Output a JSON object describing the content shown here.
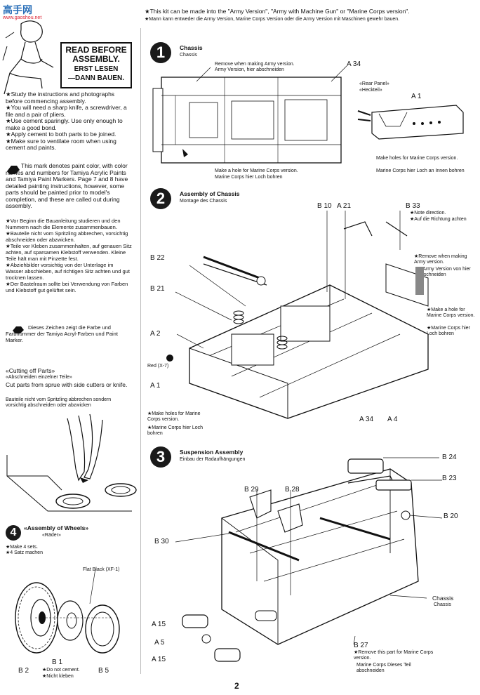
{
  "watermark": {
    "logo": "高手网",
    "url": "www.gaoshou.net"
  },
  "header": {
    "line_en": "★This kit can be made into the \"Army Version\", \"Army with Machine Gun\" or \"Marine Corps version\".",
    "line_de": "★Mann kann entweder die Army Version, Marine Corps Version oder die Army Version mit Maschinen gewehr bauen."
  },
  "read_before": {
    "title1": "READ BEFORE",
    "title2": "ASSEMBLY.",
    "de1": "ERST LESEN",
    "de2": "—DANN BAUEN."
  },
  "instructions_en": [
    "★Study the instructions and photographs before commencing assembly.",
    "★You will need a sharp knife, a screwdriver, a file and a pair of pliers.",
    "★Use cement sparingly. Use only enough to make a good bond.",
    "★Apply cement to both parts to be joined.",
    "★Make sure to ventilate room when using cement and paints."
  ],
  "paint_note_en": "This mark denotes paint color, with color names and numbers for Tamiya Acrylic Paints and Tamiya Paint Markers. Page 7 and 8 have detailed painting instructions, however, some parts should be painted prior to model's completion, and these are called out during assembly.",
  "instructions_de": [
    "★Vor Beginn die Bauanleitung studieren und den Nummern nach die Elemente zusammenbauen.",
    "★Bauteile nicht vom Spritzling abbrechen, vorsichtig abschneiden oder abzwicken.",
    "★Teile vor Kleben zusammenhalten, auf genauen Sitz achten, auf sparsamen Klebstoff verwenden. Kleine Teile hält man mit Pinzette fest.",
    "★Abziehbilder vorsichtig von der Unterlage im Wasser abschieben, auf richtigen Sitz achten und gut trocknen lassen.",
    "★Der Bastelraum sollte bei Verwendung von Farben und Klebstoff gut gelüftet sein."
  ],
  "paint_note_de": "Dieses Zeichen zeigt die Farbe und Farbnummer der Tamiya Acryl-Farben und Paint Marker.",
  "cutting": {
    "title_en": "«Cutting off Parts»",
    "title_de": "«Abschneiden einzelner Teile»",
    "text_en": "Cut parts from sprue with side cutters or knife.",
    "text_de": "Bauteile nicht vom Spritzling abbrechen sondern vorsichtig abschneiden oder abzwicken"
  },
  "step4": {
    "num": "4",
    "title_en": "«Assembly of Wheels»",
    "title_de": "«Räder»",
    "note_en": "★Make 4 sets.",
    "note_de": "★4 Satz machen",
    "paint": "Flat Black (XF-1)",
    "parts": {
      "b2": "B 2",
      "b1": "B 1",
      "b5": "B 5"
    },
    "b1_note_en": "★Do not cement.",
    "b1_note_de": "★Nicht kleben"
  },
  "step1": {
    "num": "1",
    "title_en": "Chassis",
    "title_de": "Chassis",
    "remove_en": "Remove when making Army version.",
    "remove_de": "Army Version, hier abschneiden",
    "hole_en": "Make a hole for Marine Corps version.",
    "hole_de": "Marine Corps hier Loch bohren",
    "part_a34": "A 34",
    "rear_panel_en": "«Rear Panel»",
    "rear_panel_de": "«Heckteil»",
    "part_a1": "A 1",
    "holes_en": "Make holes for Marine Corps version.",
    "holes_de": "Marine Corps hier Loch an Innen bohren"
  },
  "step2": {
    "num": "2",
    "title_en": "Assembly of Chassis",
    "title_de": "Montage des Chassis",
    "parts": {
      "b10": "B 10",
      "a21": "A 21",
      "b33": "B 33",
      "b22": "B 22",
      "b21": "B 21",
      "a2": "A 2",
      "a1": "A 1",
      "a34": "A 34",
      "a4": "A 4"
    },
    "note_dir_en": "★Note direction.",
    "note_dir_de": "★Auf die Richtung achten",
    "remove_mg_en": "★Remove when making Army version.",
    "remove_mg_de": "★Army Version von hier abschneiden",
    "hole_mc_en": "★Make a hole for Marine Corps version.",
    "hole_mc_de": "★Marine Corps hier Loch bohren",
    "holes_mc_en": "★Make holes for Marine Corps version.",
    "holes_mc_de": "★Marine Corps hier Loch bohren",
    "paint": "Red (X-7)"
  },
  "step3": {
    "num": "3",
    "title_en": "Suspension Assembly",
    "title_de": "Einbau der Radaufhängungen",
    "parts": {
      "b24": "B 24",
      "b23": "B 23",
      "b29": "B 29",
      "b28": "B 28",
      "b20": "B 20",
      "b30": "B 30",
      "a15a": "A 15",
      "a5": "A 5",
      "a15b": "A 15",
      "b27": "B 27"
    },
    "chassis_en": "Chassis",
    "chassis_de": "Chassis",
    "remove_en": "★Remove this part for Marine Corps version.",
    "remove_de": "Marine Corps Dieses Teil abschneiden"
  },
  "page_number": "2"
}
